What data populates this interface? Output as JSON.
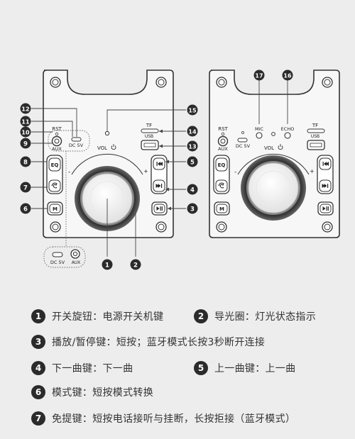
{
  "left_panel": {
    "rst": "RST",
    "aux": "AUX",
    "dc": "DC 5V",
    "tf": "TF",
    "usb": "USB",
    "vol": "VOL",
    "eq": "EQ",
    "m": "M",
    "bottom_dc": "DC 5V",
    "bottom_aux": "AUX"
  },
  "right_panel": {
    "mic": "MIC",
    "echo": "ECHO",
    "rst": "RST",
    "aux": "AUX",
    "dc": "DC 5V",
    "tf": "TF",
    "usb": "USB",
    "vol": "VOL",
    "eq": "EQ",
    "m": "M"
  },
  "callouts": {
    "c1": "1",
    "c2": "2",
    "c3": "3",
    "c4": "4",
    "c5": "5",
    "c6": "6",
    "c7": "7",
    "c8": "8",
    "c9": "9",
    "c10": "10",
    "c11": "11",
    "c12": "12",
    "c13": "13",
    "c14": "14",
    "c15": "15",
    "c16": "16",
    "c17": "17"
  },
  "legend": [
    {
      "num": "1",
      "text": "开关旋钮：电源开关机键"
    },
    {
      "num": "2",
      "text": "导光圈：灯光状态指示"
    },
    {
      "num": "3",
      "text": "播放/暂停键：短按；蓝牙模式长按3秒断开连接"
    },
    {
      "num": "4",
      "text": "下一曲键：下一曲"
    },
    {
      "num": "5",
      "text": "上一曲键：上一曲"
    },
    {
      "num": "6",
      "text": "模式键：短按模式转换"
    },
    {
      "num": "7",
      "text": "免提键：短按电话接听与挂断，长按拒接（蓝牙模式）"
    }
  ]
}
